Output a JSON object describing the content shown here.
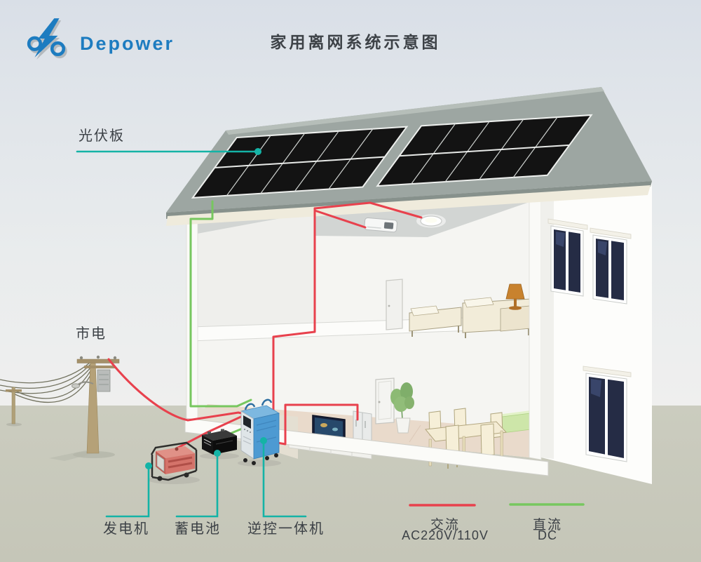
{
  "header": {
    "brand": "Depower",
    "title": "家用离网系统示意图"
  },
  "callouts": {
    "pv": "光伏板",
    "utility": "市电",
    "generator": "发电机",
    "battery": "蓄电池",
    "inverter": "逆控一体机"
  },
  "legend": {
    "ac_name": "交流",
    "ac_spec": "AC220V/110V",
    "dc_name": "直流",
    "dc_spec": "DC"
  },
  "colors": {
    "brand_blue": "#1d7cc0",
    "ac_red": "#e8414d",
    "dc_green": "#77c75f",
    "callout_teal": "#14b3a6"
  }
}
